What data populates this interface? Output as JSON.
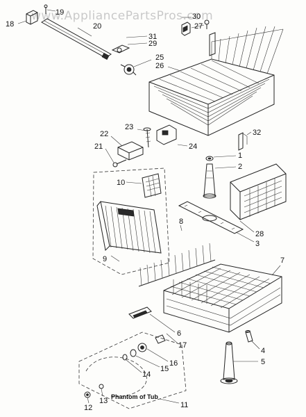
{
  "watermark": "www.AppliancePartsPros.com",
  "phantom_label": "Phantom of Tub",
  "callouts": [
    "18",
    "19",
    "20",
    "31",
    "29",
    "30",
    "27",
    "25",
    "26",
    "23",
    "22",
    "24",
    "21",
    "32",
    "1",
    "2",
    "10",
    "8",
    "9",
    "28",
    "3",
    "7",
    "6",
    "17",
    "16",
    "15",
    "14",
    "13",
    "12",
    "4",
    "5",
    "11"
  ]
}
